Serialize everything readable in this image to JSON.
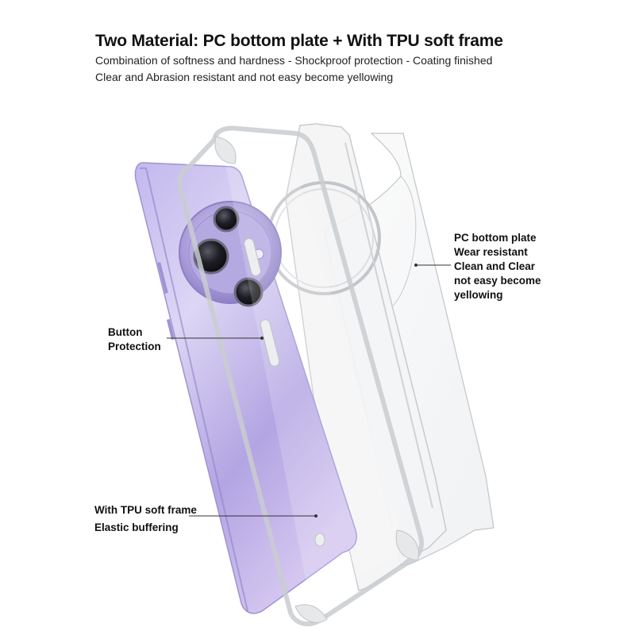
{
  "header": {
    "title": "Two Material:  PC bottom plate + With TPU soft frame",
    "line1": "Combination of softness and hardness - Shockproof protection - Coating finished",
    "line2": "Clear and Abrasion resistant and not easy become yellowing"
  },
  "callouts": {
    "button": [
      "Button",
      "Protection"
    ],
    "tpu": [
      "With TPU soft frame",
      "Elastic buffering"
    ],
    "pc": [
      "PC bottom plate",
      "Wear resistant",
      "Clean and Clear",
      "not easy become",
      "yellowing"
    ]
  },
  "colors": {
    "phone_body": "#b9aee6",
    "phone_body_light": "#ece8f8",
    "camera_ring": "#a79bd6",
    "lens": "#1c1c22",
    "clear_frame": "#d8dadc",
    "leader_line": "#333333"
  },
  "icons": {
    "camera_module": "camera-module-icon",
    "lens": "camera-lens-icon"
  }
}
